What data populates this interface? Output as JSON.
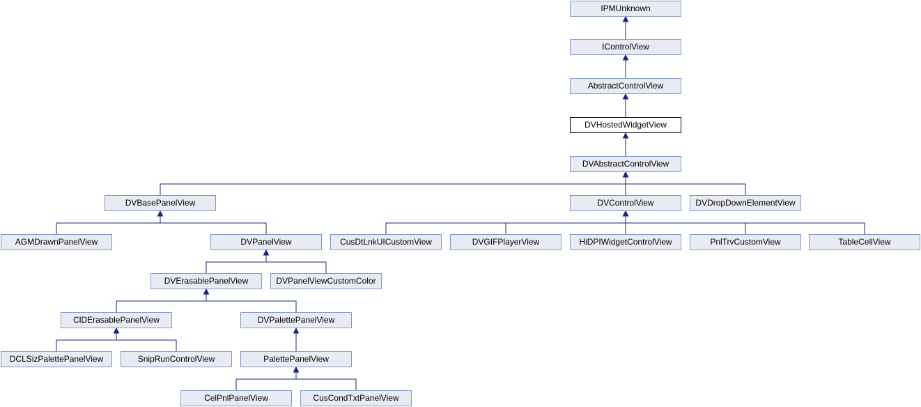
{
  "diagram": {
    "colors": {
      "edge": "#1a237e",
      "node_fill": "#e8ebf4",
      "node_border": "#8497c3",
      "current_border": "#000000"
    },
    "nodes": [
      {
        "id": "ipmunknown",
        "label": "IPMUnknown"
      },
      {
        "id": "icontrolview",
        "label": "IControlView"
      },
      {
        "id": "abstractcontrolview",
        "label": "AbstractControlView"
      },
      {
        "id": "dvhostedwidgetview",
        "label": "DVHostedWidgetView",
        "current": true
      },
      {
        "id": "dvabstractcontrolview",
        "label": "DVAbstractControlView"
      },
      {
        "id": "dvbasepanelview",
        "label": "DVBasePanelView"
      },
      {
        "id": "dvcontrolview",
        "label": "DVControlView"
      },
      {
        "id": "dvdropdownelementview",
        "label": "DVDropDownElementView"
      },
      {
        "id": "agmdrawnpanelview",
        "label": "AGMDrawnPanelView"
      },
      {
        "id": "dvpanelview",
        "label": "DVPanelView"
      },
      {
        "id": "cusdtlnkuicustomview",
        "label": "CusDtLnkUICustomView"
      },
      {
        "id": "dvgifplayerview",
        "label": "DVGIFPlayerView"
      },
      {
        "id": "hidpiwidgetcontrolview",
        "label": "HiDPIWidgetControlView"
      },
      {
        "id": "pnltrvcustomview",
        "label": "PnlTrvCustomView"
      },
      {
        "id": "tablecellview",
        "label": "TableCellView"
      },
      {
        "id": "dverasablepanelview",
        "label": "DVErasablePanelView"
      },
      {
        "id": "dvpanelviewcustomcolor",
        "label": "DVPanelViewCustomColor"
      },
      {
        "id": "cluerasablepanelview",
        "label": "ClDErasablePanelView"
      },
      {
        "id": "dvpalettepanelview",
        "label": "DVPalettePanelView"
      },
      {
        "id": "dclsizpalettepanelview",
        "label": "DCLSizPalettePanelView"
      },
      {
        "id": "sniprunccontrolview",
        "label": "SnipRunControlView"
      },
      {
        "id": "palettepanelview",
        "label": "PalettePanelView"
      },
      {
        "id": "celpnlpanelview",
        "label": "CelPnlPanelView"
      },
      {
        "id": "cuscondtxtpanelview",
        "label": "CusCondTxtPanelView"
      }
    ],
    "edges": [
      {
        "from": "icontrolview",
        "to": "ipmunknown"
      },
      {
        "from": "abstractcontrolview",
        "to": "icontrolview"
      },
      {
        "from": "dvhostedwidgetview",
        "to": "abstractcontrolview"
      },
      {
        "from": "dvabstractcontrolview",
        "to": "dvhostedwidgetview"
      },
      {
        "from": "dvbasepanelview",
        "to": "dvabstractcontrolview"
      },
      {
        "from": "dvcontrolview",
        "to": "dvabstractcontrolview"
      },
      {
        "from": "dvdropdownelementview",
        "to": "dvabstractcontrolview"
      },
      {
        "from": "agmdrawnpanelview",
        "to": "dvbasepanelview"
      },
      {
        "from": "dvpanelview",
        "to": "dvbasepanelview"
      },
      {
        "from": "cusdtlnkuicustomview",
        "to": "dvcontrolview"
      },
      {
        "from": "dvgifplayerview",
        "to": "dvcontrolview"
      },
      {
        "from": "hidpiwidgetcontrolview",
        "to": "dvcontrolview"
      },
      {
        "from": "pnltrvcustomview",
        "to": "dvcontrolview"
      },
      {
        "from": "tablecellview",
        "to": "dvcontrolview"
      },
      {
        "from": "dverasablepanelview",
        "to": "dvpanelview"
      },
      {
        "from": "dvpanelviewcustomcolor",
        "to": "dvpanelview"
      },
      {
        "from": "cluerasablepanelview",
        "to": "dverasablepanelview"
      },
      {
        "from": "dvpalettepanelview",
        "to": "dverasablepanelview"
      },
      {
        "from": "dclsizpalettepanelview",
        "to": "cluerasablepanelview"
      },
      {
        "from": "sniprunccontrolview",
        "to": "cluerasablepanelview"
      },
      {
        "from": "palettepanelview",
        "to": "dvpalettepanelview"
      },
      {
        "from": "celpnlpanelview",
        "to": "palettepanelview"
      },
      {
        "from": "cuscondtxtpanelview",
        "to": "palettepanelview"
      }
    ]
  }
}
